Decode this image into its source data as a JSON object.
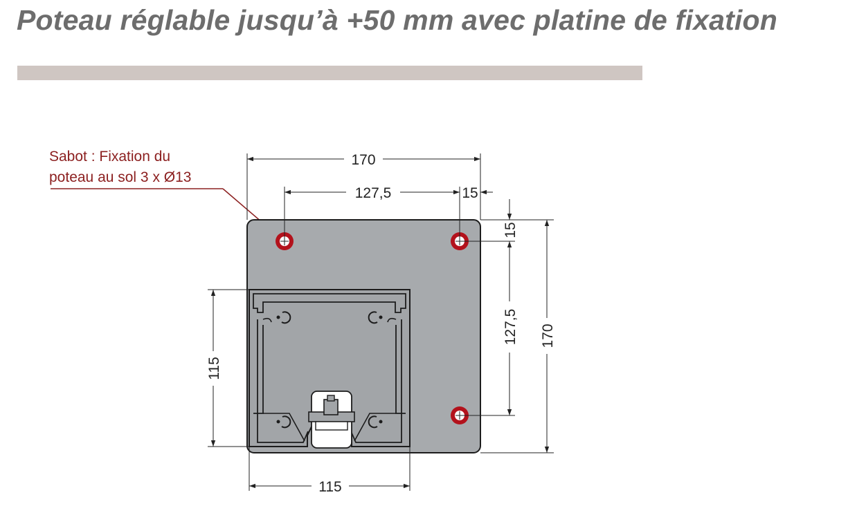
{
  "header": {
    "title": "Poteau réglable jusqu’à +50 mm avec platine de fixation"
  },
  "callout": {
    "line1": "Sabot : Fixation du",
    "line2": "poteau au sol 3 x Ø13"
  },
  "dimensions": {
    "plate_width": "170",
    "hole_spacing_horizontal": "127,5",
    "hole_edge_offset_horizontal": "15",
    "hole_edge_offset_vertical": "15",
    "hole_spacing_vertical": "127,5",
    "plate_height": "170",
    "post_height": "115",
    "post_width": "115"
  },
  "colors": {
    "title": "#6d6d6d",
    "title_bar": "#cfc6c2",
    "plate": "#a7aaad",
    "outline": "#1c1c1c",
    "callout": "#8c2020",
    "hole_ring": "#b3121c"
  }
}
